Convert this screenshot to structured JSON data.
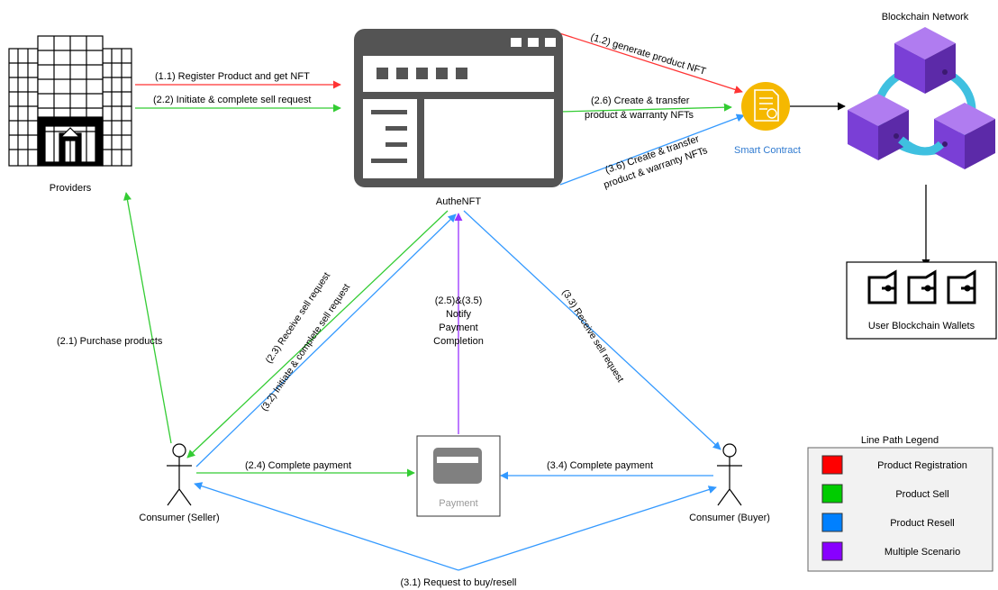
{
  "nodes": {
    "providers": "Providers",
    "authenft": "AutheNFT",
    "smart_contract": "Smart Contract",
    "blockchain": "Blockchain Network",
    "wallets": "User Blockchain Wallets",
    "seller": "Consumer (Seller)",
    "buyer": "Consumer (Buyer)",
    "payment": "Payment"
  },
  "edges": {
    "e11": "(1.1) Register Product and get NFT",
    "e22": "(2.2) Initiate & complete sell request",
    "e12": "(1.2) generate product NFT",
    "e26_a": "(2.6) Create & transfer",
    "e26_b": "product & warranty NFTs",
    "e36_a": "(3.6) Create & transfer",
    "e36_b": "product & warranty NFTs",
    "e21": "(2.1) Purchase products",
    "e23": "(2.3) Receive sell request",
    "e32": "(3.2) Initiate & complete sell request",
    "e25_a": "(2.5)&(3.5)",
    "e25_b": "Notify",
    "e25_c": "Payment",
    "e25_d": "Completion",
    "e33": "(3.3) Receive sell request",
    "e24": "(2.4) Complete payment",
    "e34": "(3.4) Complete payment",
    "e31": "(3.1) Request to buy/resell"
  },
  "legend": {
    "title": "Line Path Legend",
    "items": [
      {
        "label": "Product Registration",
        "color": "#ff0000"
      },
      {
        "label": "Product Sell",
        "color": "#00cc00"
      },
      {
        "label": "Product Resell",
        "color": "#0080ff"
      },
      {
        "label": "Multiple Scenario",
        "color": "#8800ff"
      }
    ]
  },
  "colors": {
    "red": "#ff3333",
    "green": "#33cc33",
    "blue": "#3399ff",
    "purple": "#9933ff",
    "window": "#545454",
    "contract": "#f5b800",
    "cube_top": "#b07cf0",
    "cube_left": "#7a3fd6",
    "cube_right": "#5c2aa8",
    "ring": "#3fc0e0"
  },
  "icons": {
    "providers": "building-icon",
    "authenft": "browser-window-icon",
    "smart_contract": "certificate-icon",
    "blockchain": "blockchain-cubes-icon",
    "wallets": "wallet-icon",
    "payment": "credit-card-icon",
    "seller": "stick-figure-icon",
    "buyer": "stick-figure-icon"
  }
}
